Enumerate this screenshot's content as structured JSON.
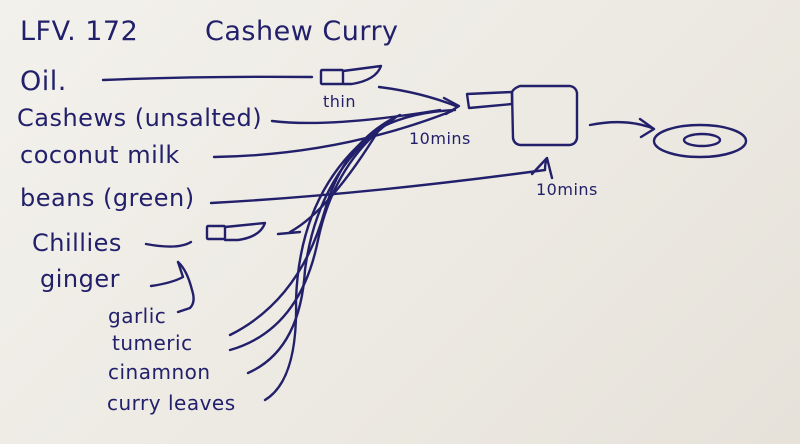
{
  "header": {
    "code": "LFV. 172",
    "title": "Cashew Curry"
  },
  "ingredients": {
    "oil": "Oil.",
    "cashews": "Cashews (unsalted)",
    "coconut_milk": "coconut milk",
    "beans": "beans (green)",
    "chillies": "Chillies",
    "ginger": "ginger",
    "garlic": "garlic",
    "tumeric": "tumeric",
    "cinamnon": "cinamnon",
    "curry_leaves": "curry leaves"
  },
  "steps": {
    "thin": "thin",
    "cook_time_1": "10mins",
    "cook_time_2": "10mins"
  },
  "icons": [
    "knife-icon",
    "knife-icon",
    "pan-icon",
    "plate-icon"
  ],
  "colors": {
    "ink": "#23206b",
    "paper": "#efece6"
  }
}
